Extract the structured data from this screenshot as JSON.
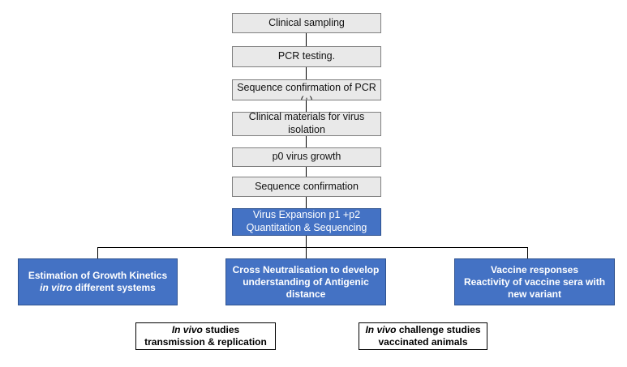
{
  "steps": [
    {
      "label": "Clinical sampling"
    },
    {
      "label": "PCR testing."
    },
    {
      "label": "Sequence confirmation of PCR (+)"
    },
    {
      "label": "Clinical materials for virus isolation"
    },
    {
      "label": "p0 virus growth"
    },
    {
      "label": "Sequence confirmation"
    }
  ],
  "expansion": {
    "line1": "Virus Expansion p1 +p2",
    "line2": "Quantitation & Sequencing"
  },
  "branches": {
    "growth": {
      "line1": "Estimation of Growth Kinetics",
      "line2_italic": "in vitro",
      "line2_rest": " different systems"
    },
    "neutral": {
      "line1": "Cross Neutralisation to develop",
      "line2": "understanding of Antigenic",
      "line3": "distance"
    },
    "vaccine": {
      "line1": "Vaccine responses",
      "line2": "Reactivity of vaccine sera with",
      "line3": "new variant"
    }
  },
  "studies": {
    "invivo": {
      "italic": "In vivo",
      "rest": " studies",
      "line2": "transmission & replication"
    },
    "challenge": {
      "italic": "In vivo",
      "rest": " challenge studies",
      "line2": "vaccinated animals"
    }
  }
}
